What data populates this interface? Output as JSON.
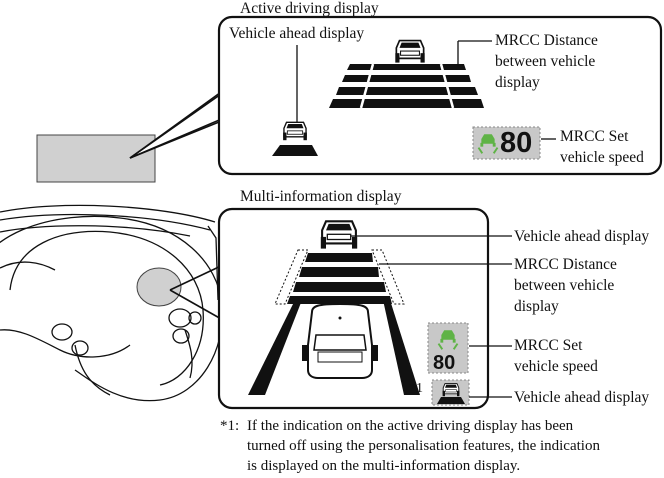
{
  "top_panel": {
    "title": "Active driving display",
    "label_vehicle_ahead": "Vehicle ahead display",
    "label_distance_l1": "MRCC Distance",
    "label_distance_l2": "between vehicle",
    "label_distance_l3": "display",
    "label_set_speed_l1": "MRCC Set",
    "label_set_speed_l2": "vehicle speed",
    "speed_value": "80"
  },
  "bottom_panel": {
    "title": "Multi-information display",
    "label_vehicle_ahead_top": "Vehicle ahead display",
    "label_distance_l1": "MRCC Distance",
    "label_distance_l2": "between vehicle",
    "label_distance_l3": "display",
    "label_set_speed_l1": "MRCC Set",
    "label_set_speed_l2": "vehicle speed",
    "label_vehicle_ahead_bottom": "Vehicle ahead display",
    "footnote_marker": "*1",
    "speed_value": "80"
  },
  "footnote": {
    "marker": "*1:",
    "line1": "If the indication on the active driving display has been",
    "line2": "turned off using the personalisation features, the indication",
    "line3": "is displayed on the multi-information display."
  },
  "colors": {
    "line": "#111111",
    "screen_grey": "#d0d0d0",
    "speed_box": "#c8c8c8",
    "icon_green": "#5fb346"
  }
}
